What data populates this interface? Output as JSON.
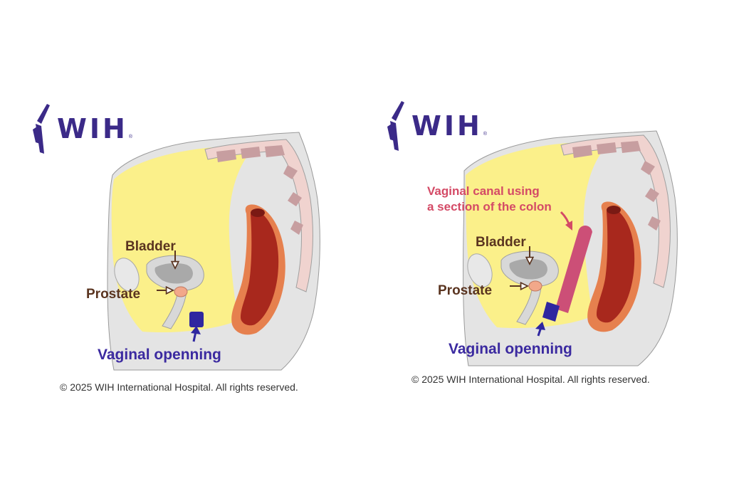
{
  "colors": {
    "brand": "#3b2a88",
    "organ_label": "#5a3420",
    "opening_label": "#3b2aa0",
    "canal_label": "#d44a66",
    "copyright": "#333333",
    "body_fill": "#fbf08a",
    "tissue_gray": "#e4e4e4",
    "colon_outer": "#e6804e",
    "colon_inner": "#a8281d",
    "new_canal": "#cc4f77",
    "opening_marker": "#2f27a0"
  },
  "panels": [
    {
      "logo": {
        "text": "WIH",
        "registered": "®",
        "icon": "wih-logo-icon"
      },
      "labels": {
        "bladder": "Bladder",
        "prostate": "Prostate",
        "vaginal_opening": "Vaginal openning"
      },
      "copyright": "© 2025 WIH International Hospital. All rights reserved."
    },
    {
      "logo": {
        "text": "WIH",
        "registered": "®",
        "icon": "wih-logo-icon"
      },
      "labels": {
        "canal_line1": "Vaginal canal using",
        "canal_line2": "a section of the colon",
        "bladder": "Bladder",
        "prostate": "Prostate",
        "vaginal_opening": "Vaginal openning"
      },
      "copyright": "© 2025 WIH International Hospital. All rights reserved."
    }
  ]
}
